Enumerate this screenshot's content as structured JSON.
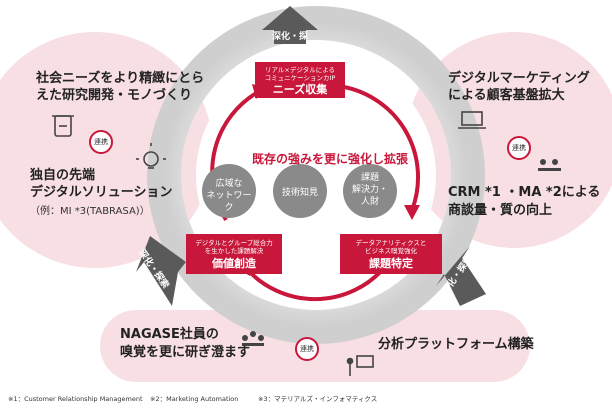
{
  "center": {
    "title": "既存の強みを更に強化し拡張",
    "strengths": [
      "広域な\nネットワーク",
      "技術知見",
      "課題\n解決力・\n人財"
    ]
  },
  "cycle": {
    "needs": {
      "caption_line1": "リアル×デジタルによる",
      "caption_line2": "コミュニケーションカIP",
      "title": "ニーズ収集"
    },
    "issue": {
      "caption_line1": "データアナリティクスと",
      "caption_line2": "ビジネス嗅覚強化",
      "title": "課題特定"
    },
    "value": {
      "caption_line1": "デジタルとグループ総合力",
      "caption_line2": "を生かした課題解決",
      "title": "価値創造"
    }
  },
  "ring_arrows": {
    "top": "深化・探索",
    "left": "深化・探索",
    "right": "深化・探索"
  },
  "left_cluster": {
    "top_text_line1": "社会ニーズをより精緻にとら",
    "top_text_line2": "えた研究開発・モノづくり",
    "link_label": "連携",
    "bottom_text_line1": "独自の先端",
    "bottom_text_line2": "デジタルソリューション",
    "bottom_note": "（例：MI *3(TABRASA)）"
  },
  "right_cluster": {
    "top_text_line1": "デジタルマーケティング",
    "top_text_line2": "による顧客基盤拡大",
    "link_label": "連携",
    "bottom_text_line1": "CRM *1 ・MA *2による",
    "bottom_text_line2": "商談量・質の向上"
  },
  "bottom_cluster": {
    "left_text_line1": "NAGASE社員の",
    "left_text_line2": "嗅覚を更に研ぎ澄ます",
    "link_label": "連携",
    "right_text": "分析プラットフォーム構築"
  },
  "footnotes": {
    "note1": "※1：Customer Relationship Management",
    "note2": "※2：Marketing Automation",
    "note3": "※3：マテリアルズ・インフォマティクス"
  },
  "colors": {
    "brand_red": "#c8173a",
    "pink_bg": "#f7dfe4",
    "ring_gray": "#d7d7d7",
    "dark_gray": "#5a5a5a",
    "mid_gray": "#8a8a8a"
  }
}
